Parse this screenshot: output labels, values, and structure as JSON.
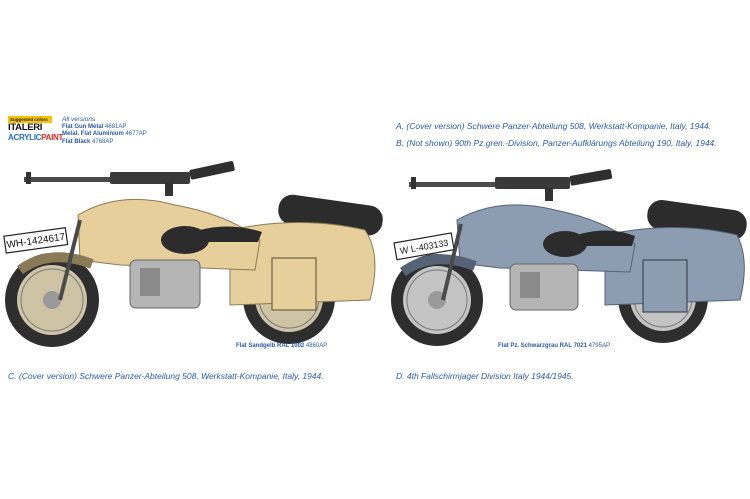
{
  "suggested_colors": {
    "header": "Suggested colors",
    "brand_name": "ITALERI",
    "brand_sub_1": "ACRYLIC",
    "brand_sub_2": "PAINT",
    "all_versions": "All versions",
    "paints": [
      {
        "name": "Flat Gun Metal",
        "code": "4681AP"
      },
      {
        "name": "Metal. Flat Aluminium",
        "code": "4677AP"
      },
      {
        "name": "Flat Black",
        "code": "4768AP"
      }
    ]
  },
  "versions_top": {
    "a": "A. (Cover version) Schwere Panzer-Abteilung 508, Werkstatt-Kompanie, Italy, 1944.",
    "b": "B. (Not shown) 90th Pz.gren.-Division, Panzer-Aufklärungs Abteilung 190, Italy, 1944."
  },
  "left_bike": {
    "plate": "WH-1424617",
    "paint_name": "Flat Sandgelb RAL 1002",
    "paint_code": "4860AP",
    "caption": "C. (Cover version) Schwere Panzer-Abteilung 508, Werkstatt-Kompanie, Italy, 1944.",
    "body_color": "#e6cf9b"
  },
  "right_bike": {
    "plate": "W L-403133",
    "paint_name": "Flat Pz. Schwarzgrau RAL 7021",
    "paint_code": "4795AP",
    "caption": "D. 4th Fallschirmjager Division Italy 1944/1945.",
    "body_color": "#8c9db2"
  },
  "colors": {
    "caption_text": "#2a5aa8",
    "tire": "#2e2e2e",
    "yellow_tag": "#f5c400"
  }
}
